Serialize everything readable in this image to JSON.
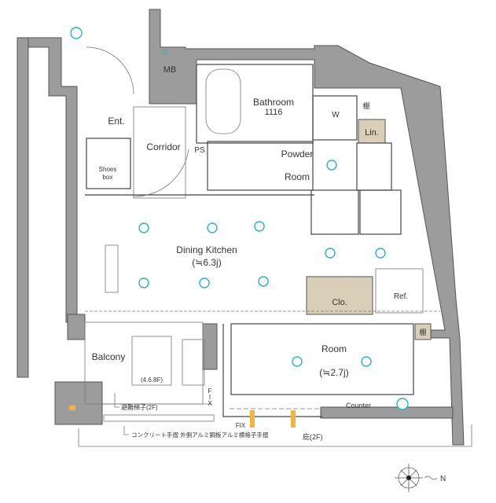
{
  "rooms": {
    "entrance": "Ent.",
    "corridor": "Corridor",
    "shoes_box": [
      "Shoes",
      "box"
    ],
    "meter_box": "MB",
    "gas": "G",
    "pipe_space": "PS",
    "bathroom": "Bathroom",
    "bathroom_size": "1116",
    "washer": "W",
    "shelf_bath": "棚",
    "linen": "Lin.",
    "powder_room": [
      "Powder",
      "Room"
    ],
    "dining_kitchen": "Dining Kitchen",
    "dining_kitchen_size": "(≒6.3j)",
    "closet": "Clo.",
    "refrigerator": "Ref.",
    "shelf_room": "棚",
    "balcony": "Balcony",
    "hatch_floors": "(4.6.8F)",
    "room": "Room",
    "room_size": "(≒2.7j)",
    "counter": "Counter",
    "fix": "FIX",
    "fix_vertical": [
      "F",
      "I",
      "X"
    ]
  },
  "annotations": {
    "escape_ladder": "避難梯子(2F)",
    "handrail": "コンクリート手摺 外側アルミ鋼板アルミ横格子手摺",
    "eaves": "庇(2F)",
    "north": "N"
  },
  "colors": {
    "wall": "#9c9c9c",
    "fixture": "#29b3c2",
    "wet_area": "#d9cfb8",
    "window": "#f0b640"
  }
}
